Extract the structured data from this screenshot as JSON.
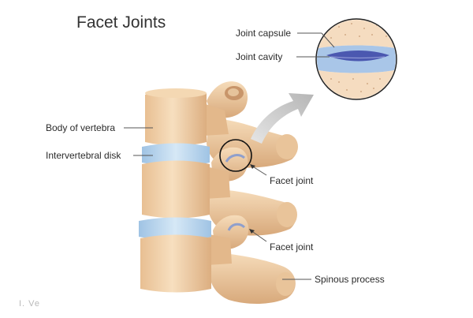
{
  "title": "Facet Joints",
  "labels": {
    "joint_capsule": "Joint capsule",
    "joint_cavity": "Joint cavity",
    "body_of_vertebra": "Body of vertebra",
    "intervertebral_disk": "Intervertebral disk",
    "facet_joint_upper": "Facet joint",
    "facet_joint_lower": "Facet joint",
    "spinous_process": "Spinous process"
  },
  "watermark": "I. Ve",
  "colors": {
    "bone": "#f1cfa5",
    "bone_shade": "#d3a57a",
    "disk": "#b9d6ee",
    "cavity": "#5560b5",
    "arrow": "#c3c3c3",
    "line": "#555555"
  }
}
